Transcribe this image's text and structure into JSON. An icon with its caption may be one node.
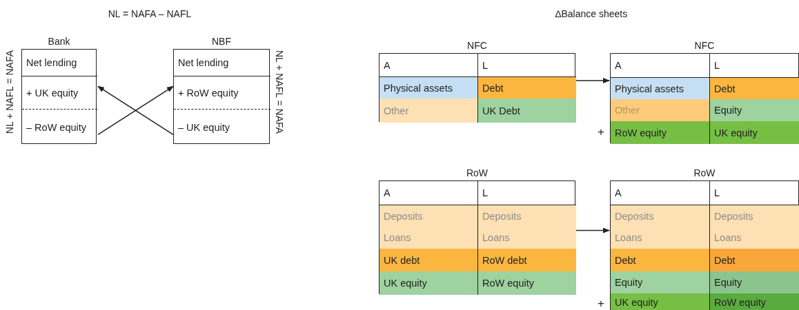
{
  "diagram": {
    "nodes": [
      {
        "text": [
          "Bank"
        ],
        "beside": [
          "NL + NAFL = NAFA"
        ]
      },
      {
        "text": [
          "Net lending"
        ],
        "in": 0
      },
      {
        "text": [
          "+ UK equity"
        ],
        "in": 0
      },
      {
        "text": [
          "– RoW equity"
        ],
        "in": 0
      },
      {
        "text": [
          "NBF"
        ],
        "beside": [
          "NL + NAFL = NAFA"
        ]
      },
      {
        "text": [
          "Net lending"
        ],
        "in": 4
      },
      {
        "text": [
          "+ RoW equity"
        ],
        "in": 4
      },
      {
        "text": [
          "– UK equity"
        ],
        "in": 4
      },
      {
        "text": [
          "NFC"
        ]
      },
      {
        "text": [
          "A"
        ],
        "in": 8
      },
      {
        "text": [
          "L"
        ],
        "in": 8
      },
      {
        "text": [
          "Physical assets"
        ],
        "in": 8
      },
      {
        "text": [
          "Debt"
        ],
        "in": 8
      },
      {
        "text": [
          "Other"
        ],
        "in": 8
      },
      {
        "text": [
          "UK Debt"
        ],
        "in": 8
      },
      {
        "text": [
          "NFC"
        ]
      },
      {
        "text": [
          "A"
        ],
        "in": 15
      },
      {
        "text": [
          "L"
        ],
        "in": 15
      },
      {
        "text": [
          "Physical assets"
        ],
        "in": 15
      },
      {
        "text": [
          "Debt"
        ],
        "in": 15
      },
      {
        "text": [
          "Other"
        ],
        "in": 15
      },
      {
        "text": [
          "Equity"
        ],
        "in": 15
      },
      {
        "text": [
          "RoW equity"
        ],
        "in": 15
      },
      {
        "text": [
          "UK equity"
        ],
        "in": 15
      },
      {
        "text": [
          "RoW"
        ]
      },
      {
        "text": [
          "A"
        ],
        "in": 24
      },
      {
        "text": [
          "L"
        ],
        "in": 24
      },
      {
        "text": [
          "Deposits",
          "Loans"
        ],
        "in": 24
      },
      {
        "text": [
          "Deposits",
          "Loans"
        ],
        "in": 24
      },
      {
        "text": [
          "UK debt"
        ],
        "in": 24
      },
      {
        "text": [
          "RoW debt"
        ],
        "in": 24
      },
      {
        "text": [
          "UK equity"
        ],
        "in": 24
      },
      {
        "text": [
          "RoW equity"
        ],
        "in": 24
      },
      {
        "text": [
          "RoW"
        ]
      },
      {
        "text": [
          "A"
        ],
        "in": 33
      },
      {
        "text": [
          "L"
        ],
        "in": 33
      },
      {
        "text": [
          "Deposits",
          "Loans"
        ],
        "in": 33
      },
      {
        "text": [
          "Deposits",
          "Loans"
        ],
        "in": 33
      },
      {
        "text": [
          "Debt"
        ],
        "in": 33
      },
      {
        "text": [
          "Debt"
        ],
        "in": 33
      },
      {
        "text": [
          "Equity"
        ],
        "in": 33
      },
      {
        "text": [
          "Equity"
        ],
        "in": 33
      },
      {
        "text": [
          "UK equity"
        ],
        "in": 33
      },
      {
        "text": [
          "RoW equity"
        ],
        "in": 33
      }
    ],
    "edges": [
      {
        "from": 3,
        "to": 6,
        "arrow": "to"
      },
      {
        "from": 7,
        "to": 2,
        "arrow": "to"
      },
      {
        "from": 8,
        "to": 15,
        "arrow": "to"
      },
      {
        "from": 24,
        "to": 33,
        "arrow": "to"
      }
    ],
    "labels": [
      "NL = NAFA – NAFL",
      "∆Balance sheets",
      "+",
      "+"
    ]
  }
}
